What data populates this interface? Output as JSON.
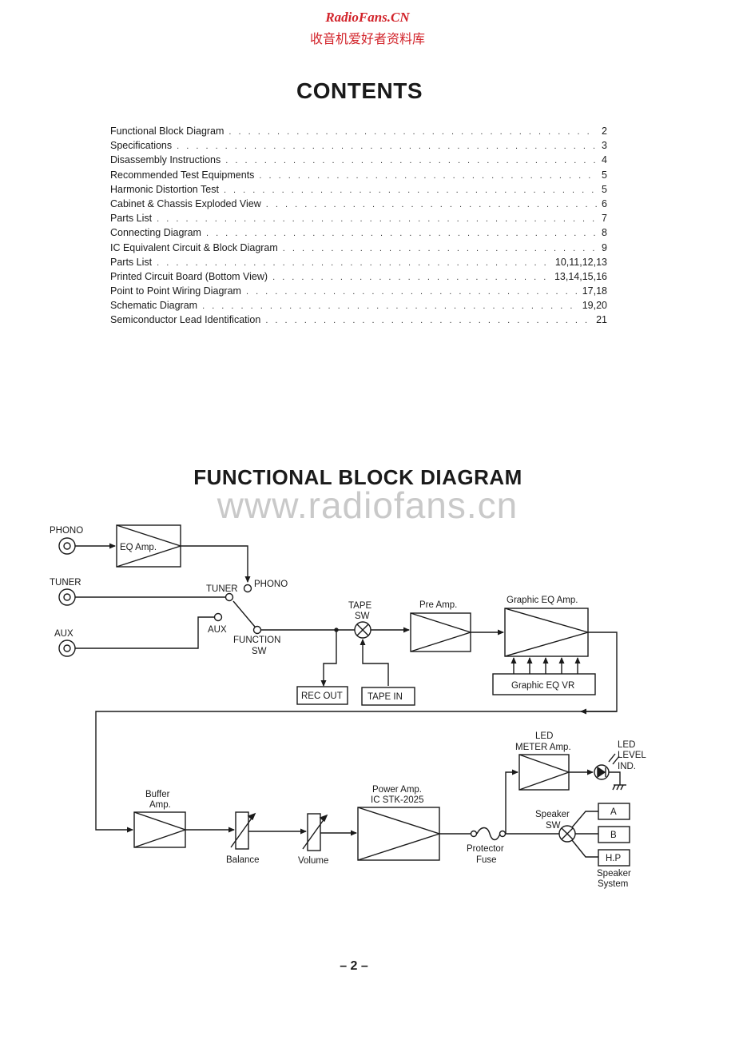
{
  "header": {
    "site": "RadioFans.CN",
    "site_cn": "收音机爱好者资料库"
  },
  "contents": {
    "title": "CONTENTS",
    "items": [
      {
        "title": "Functional Block Diagram",
        "page": "2"
      },
      {
        "title": "Specifications",
        "page": "3"
      },
      {
        "title": "Disassembly Instructions",
        "page": "4"
      },
      {
        "title": "Recommended Test Equipments",
        "page": "5"
      },
      {
        "title": "Harmonic Distortion Test",
        "page": "5"
      },
      {
        "title": "Cabinet & Chassis Exploded View",
        "page": "6"
      },
      {
        "title": "Parts List",
        "page": "7"
      },
      {
        "title": "Connecting Diagram",
        "page": "8"
      },
      {
        "title": "IC Equivalent Circuit & Block Diagram",
        "page": "9"
      },
      {
        "title": "Parts List",
        "page": "10,11,12,13"
      },
      {
        "title": "Printed Circuit Board (Bottom View)",
        "page": "13,14,15,16"
      },
      {
        "title": "Point to Point Wiring Diagram",
        "page": "17,18"
      },
      {
        "title": "Schematic Diagram",
        "page": "19,20"
      },
      {
        "title": "Semiconductor Lead Identification",
        "page": "21"
      }
    ]
  },
  "block_diagram": {
    "title": "FUNCTIONAL BLOCK DIAGRAM",
    "watermark": "www.radiofans.cn",
    "labels": {
      "phono_in": "PHONO",
      "tuner_in": "TUNER",
      "aux_in": "AUX",
      "eq_amp": "EQ Amp.",
      "sel_tuner": "TUNER",
      "sel_phono": "PHONO",
      "sel_aux": "AUX",
      "function": "FUNCTION",
      "function_sw": "SW",
      "tape": "TAPE",
      "tape_sw": "SW",
      "rec_out": "REC OUT",
      "tape_in": "TAPE IN",
      "pre_amp": "Pre Amp.",
      "graphic_eq_amp": "Graphic EQ Amp.",
      "graphic_eq_vr": "Graphic EQ VR",
      "buffer": "Buffer",
      "buffer_amp": "Amp.",
      "balance": "Balance",
      "volume": "Volume",
      "power_amp": "Power Amp.",
      "power_ic": "IC STK-2025",
      "protector": "Protector",
      "fuse": "Fuse",
      "led": "LED",
      "meter_amp": "METER Amp.",
      "led_ind_1": "LED",
      "led_ind_2": "LEVEL",
      "led_ind_3": "IND.",
      "speaker": "Speaker",
      "speaker_sw": "SW",
      "out_a": "A",
      "out_b": "B",
      "out_hp": "H.P",
      "speaker_system_1": "Speaker",
      "speaker_system_2": "System"
    }
  },
  "page_number": "– 2 –"
}
